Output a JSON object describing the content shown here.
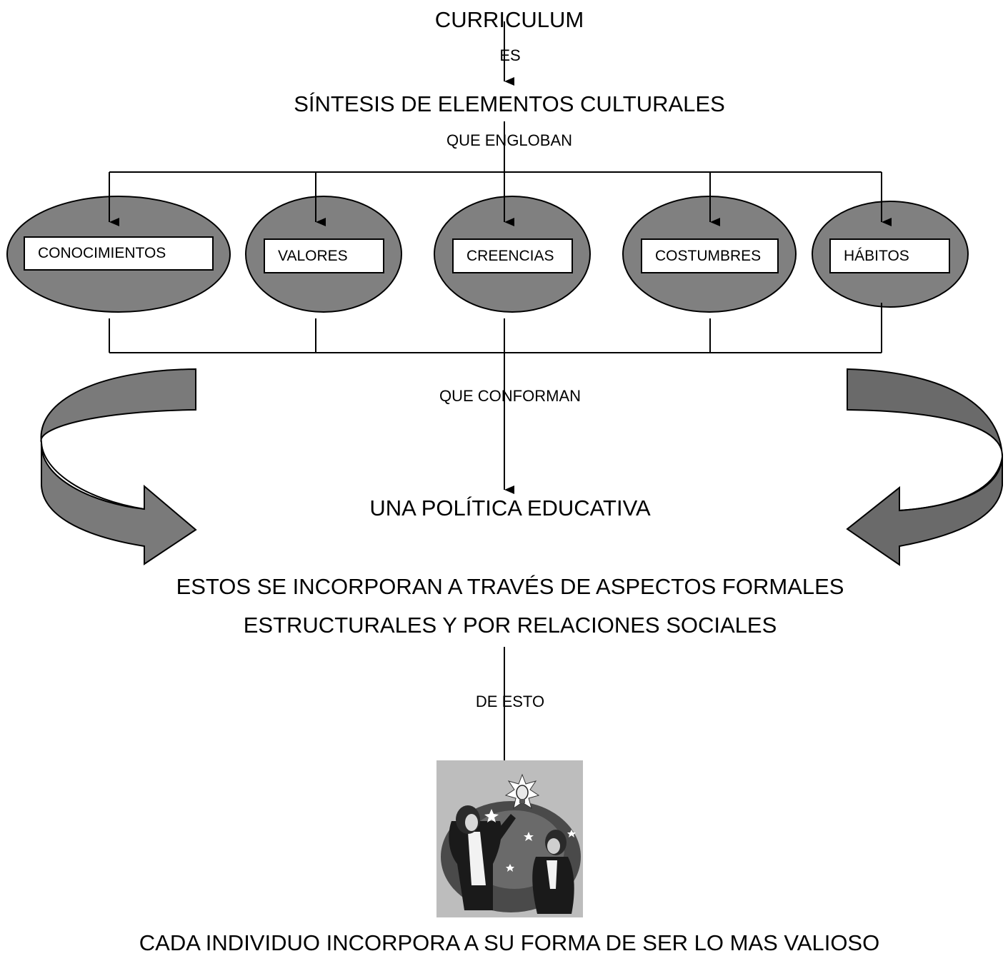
{
  "title": "CURRICULUM",
  "connector_es": "ES",
  "synthesis": "SÍNTESIS DE ELEMENTOS CULTURALES",
  "connector_engloban": "QUE ENGLOBAN",
  "elements": [
    {
      "label": "CONOCIMIENTOS"
    },
    {
      "label": "VALORES"
    },
    {
      "label": "CREENCIAS"
    },
    {
      "label": "COSTUMBRES"
    },
    {
      "label": "HÁBITOS"
    }
  ],
  "connector_conforman": "QUE CONFORMAN",
  "policy": "UNA POLÍTICA EDUCATIVA",
  "incorporation_line1": "ESTOS SE INCORPORAN A TRAVÉS DE ASPECTOS FORMALES",
  "incorporation_line2": "ESTRUCTURALES Y POR RELACIONES SOCIALES",
  "connector_de_esto": "DE ESTO",
  "conclusion": "CADA INDIVIDUO INCORPORA A SU FORMA DE SER LO MAS VALIOSO",
  "colors": {
    "ellipse_fill": "#808080",
    "arrow_fill": "#7a7a7a",
    "clipart_bg": "#bdbdbd"
  }
}
